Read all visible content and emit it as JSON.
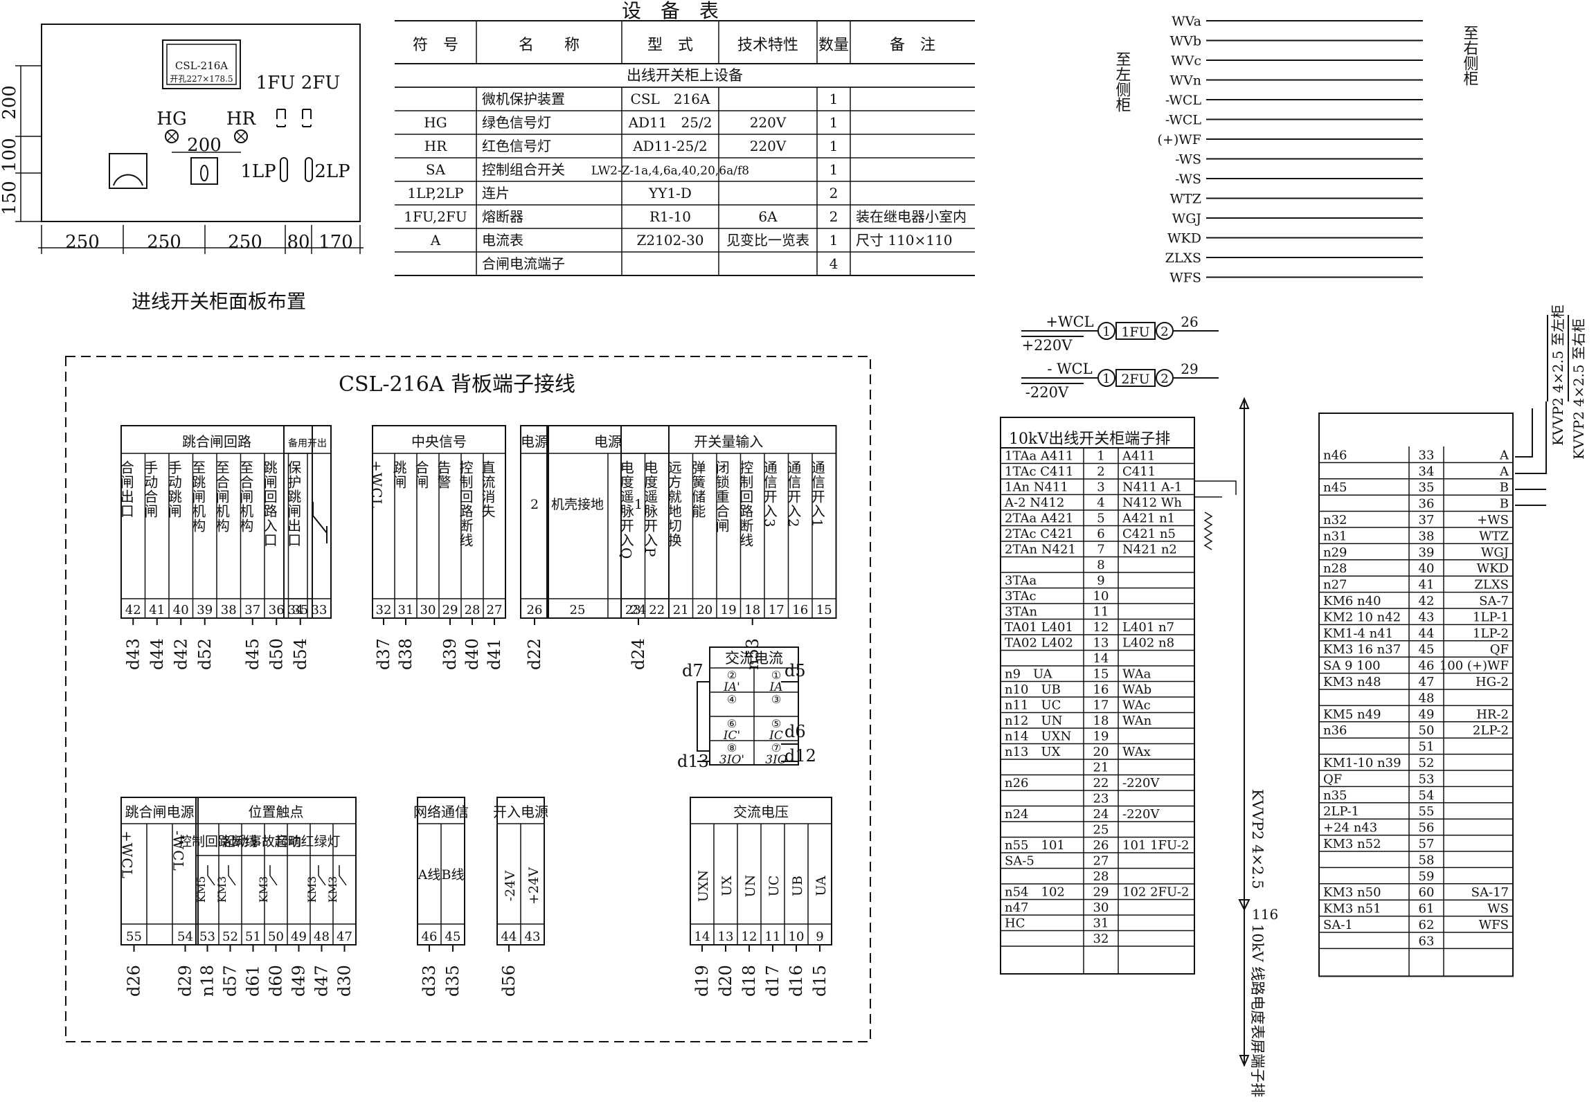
{
  "panel_layout": {
    "caption": "进线开关柜面板布置",
    "device_label": "CSL-216A",
    "device_hole": "开孔227×178.5",
    "fu_labels": [
      "1FU",
      "2FU"
    ],
    "lamp_labels": [
      "HG",
      "HR"
    ],
    "lamp_spacing": "200",
    "lp_labels": [
      "1LP",
      "2LP"
    ],
    "dims_h": [
      "250",
      "250",
      "250",
      "80",
      "170"
    ],
    "dims_v": [
      "200",
      "100",
      "150"
    ]
  },
  "equipment_table": {
    "title": "设　备　表",
    "headers": [
      "符　号",
      "名　　称",
      "型　式",
      "技术特性",
      "数量",
      "备　注"
    ],
    "section": "出线开关柜上设备",
    "rows": [
      [
        "",
        "微机保护装置",
        "CSL　216A",
        "",
        "1",
        ""
      ],
      [
        "HG",
        "绿色信号灯",
        "AD11　25/2",
        "220V",
        "1",
        ""
      ],
      [
        "HR",
        "红色信号灯",
        "AD11-25/2",
        "220V",
        "1",
        ""
      ],
      [
        "SA",
        "控制组合开关",
        "LW2-Z-1a,4,6a,40,20,6a/f8",
        "",
        "1",
        ""
      ],
      [
        "1LP,2LP",
        "连片",
        "YY1-D",
        "",
        "2",
        ""
      ],
      [
        "1FU,2FU",
        "熔断器",
        "R1-10",
        "6A",
        "2",
        "装在继电器小室内"
      ],
      [
        "A",
        "电流表",
        "Z2102-30",
        "见变比一览表",
        "1",
        "尺寸 110×110"
      ],
      [
        "",
        "合闸电流端子",
        "",
        "",
        "4",
        ""
      ]
    ]
  },
  "bus": {
    "left_label": "至左侧柜",
    "right_label": "至右侧柜",
    "lines": [
      "WVa",
      "WVb",
      "WVc",
      "WVn",
      "-WCL",
      "-WCL",
      "(+)WF",
      "-WS",
      "-WS",
      "WTZ",
      "WGJ",
      "WKD",
      "ZLXS",
      "WFS"
    ]
  },
  "fuses": [
    {
      "top": "+WCL",
      "bottom": "+220V",
      "name": "1FU",
      "in": "1",
      "out": "2",
      "to": "26"
    },
    {
      "top": "- WCL",
      "bottom": "-220V",
      "name": "2FU",
      "in": "1",
      "out": "2",
      "to": "29"
    }
  ],
  "backplate": {
    "title": "CSL-216A 背板端子接线",
    "groups": [
      {
        "header": "跳合闸回路",
        "cols": [
          "合闸出口",
          "手动合闸",
          "手动跳闸",
          "至跳闸机构",
          "至合闸机构",
          "至合闸机构",
          "跳闸回路入口",
          "保护跳闸出口"
        ],
        "nums": [
          "42",
          "41",
          "40",
          "39",
          "38",
          "37",
          "36",
          "35"
        ],
        "wires": [
          "d43",
          "d44",
          "d42",
          "d52",
          "",
          "d45",
          "d50",
          "d54"
        ]
      },
      {
        "header": "备用开出",
        "cols": [],
        "nums": [
          "34",
          "33"
        ],
        "wires": []
      },
      {
        "header": "中央信号",
        "cols": [
          "+WCL",
          "跳闸",
          "合闸",
          "告警",
          "控制回路断线",
          "直流消失"
        ],
        "nums": [
          "32",
          "31",
          "30",
          "29",
          "28",
          "27"
        ],
        "wires": [
          "d37",
          "d38",
          "",
          "d39",
          "d40",
          "d41"
        ]
      },
      {
        "header": "电源",
        "cols": [
          "2"
        ],
        "nums": [
          "26"
        ],
        "wires": [
          "d22"
        ]
      },
      {
        "header": "电源",
        "cols": [
          "机壳接地",
          "1"
        ],
        "nums": [
          "25",
          "24"
        ],
        "wires": [
          "",
          "d24"
        ]
      },
      {
        "header": "开关量输入",
        "cols": [
          "电度遥脉开入Q",
          "电度遥脉开入P",
          "远方就地切换",
          "弹簧储能",
          "闭锁重合闸",
          "控制回路断线",
          "通信开入3",
          "通信开入2",
          "通信开入1"
        ],
        "nums": [
          "23",
          "22",
          "21",
          "20",
          "19",
          "18",
          "17",
          "16",
          "15"
        ],
        "wires": [
          "",
          "",
          "",
          "",
          "",
          "n53",
          "",
          "",
          ""
        ]
      },
      {
        "header": "跳合闸电源",
        "cols": [
          "+WCL",
          "",
          "-WCL"
        ],
        "nums": [
          "55",
          "",
          "54"
        ],
        "wires": [
          "d26",
          "",
          "d29"
        ]
      },
      {
        "header": "位置触点",
        "subheaders": [
          "控制回路断线",
          "起动事故音响",
          "起动红绿灯"
        ],
        "nums": [
          "53",
          "52",
          "51",
          "50",
          "49",
          "48",
          "47"
        ],
        "wires": [
          "n18",
          "d57",
          "d61",
          "d60",
          "d49",
          "d47",
          "d30"
        ],
        "contacts": [
          "KM5",
          "KM3",
          "KM3",
          "KM3",
          "KM3"
        ]
      },
      {
        "header": "网络通信",
        "cols": [
          "A线",
          "B线"
        ],
        "nums": [
          "46",
          "45"
        ],
        "wires": [
          "d33",
          "d35"
        ]
      },
      {
        "header": "开入电源",
        "cols": [
          "-24V",
          "+24V"
        ],
        "nums": [
          "44",
          "43"
        ],
        "wires": [
          "d56",
          ""
        ]
      },
      {
        "header": "交流电压",
        "cols": [
          "UXN",
          "UX",
          "UN",
          "UC",
          "UB",
          "UA"
        ],
        "nums": [
          "14",
          "13",
          "12",
          "11",
          "10",
          "9"
        ],
        "wires": [
          "d19",
          "d20",
          "d18",
          "d17",
          "d16",
          "d15"
        ]
      }
    ],
    "current": {
      "header": "交流电流",
      "cells": [
        [
          "②",
          "IA'",
          "①",
          "IA"
        ],
        [
          "④",
          "",
          "③",
          ""
        ],
        [
          "⑥",
          "IC'",
          "⑤",
          "IC"
        ],
        [
          "⑧",
          "3IO'",
          "⑦",
          "3IO"
        ]
      ],
      "wires": [
        "d7",
        "d5",
        "d6",
        "d13",
        "d12"
      ]
    }
  },
  "terminal_strip_1": {
    "title": "10kV出线开关柜端子排",
    "rows": [
      [
        "1TAa A411",
        "1",
        "A411"
      ],
      [
        "1TAc C411",
        "2",
        "C411"
      ],
      [
        "1An N411",
        "3",
        "N411 A-1"
      ],
      [
        "A-2 N412",
        "4",
        "N412 Wh"
      ],
      [
        "2TAa A421",
        "5",
        "A421 n1"
      ],
      [
        "2TAc C421",
        "6",
        "C421 n5"
      ],
      [
        "2TAn N421",
        "7",
        "N421 n2"
      ],
      [
        "",
        "8",
        ""
      ],
      [
        "3TAa",
        "9",
        ""
      ],
      [
        "3TAc",
        "10",
        ""
      ],
      [
        "3TAn",
        "11",
        ""
      ],
      [
        "TA01 L401",
        "12",
        "L401 n7"
      ],
      [
        "TA02 L402",
        "13",
        "L402 n8"
      ],
      [
        "",
        "14",
        ""
      ],
      [
        "n9　UA",
        "15",
        "WAa"
      ],
      [
        "n10　UB",
        "16",
        "WAb"
      ],
      [
        "n11　UC",
        "17",
        "WAc"
      ],
      [
        "n12　UN",
        "18",
        "WAn"
      ],
      [
        "n14　UXN",
        "19",
        ""
      ],
      [
        "n13　UX",
        "20",
        "WAx"
      ],
      [
        "",
        "21",
        ""
      ],
      [
        "n26",
        "22",
        "-220V"
      ],
      [
        "",
        "23",
        ""
      ],
      [
        "n24",
        "24",
        "-220V"
      ],
      [
        "",
        "25",
        ""
      ],
      [
        "n55　101",
        "26",
        "101 1FU-2"
      ],
      [
        "SA-5",
        "27",
        ""
      ],
      [
        "",
        "28",
        ""
      ],
      [
        "n54　102",
        "29",
        "102 2FU-2"
      ],
      [
        "n47",
        "30",
        ""
      ],
      [
        "HC",
        "31",
        ""
      ],
      [
        "",
        "32",
        ""
      ]
    ],
    "cable": "KVVP2 4×2.5",
    "cable_to": "10kV 线路电度表屏端子排",
    "cable_no": "116"
  },
  "terminal_strip_2": {
    "rows": [
      [
        "n46",
        "33",
        "A"
      ],
      [
        "",
        "34",
        "A"
      ],
      [
        "n45",
        "35",
        "B"
      ],
      [
        "",
        "36",
        "B"
      ],
      [
        "n32",
        "37",
        "+WS"
      ],
      [
        "n31",
        "38",
        "WTZ"
      ],
      [
        "n29",
        "39",
        "WGJ"
      ],
      [
        "n28",
        "40",
        "WKD"
      ],
      [
        "n27",
        "41",
        "ZLXS"
      ],
      [
        "KM6 n40",
        "42",
        "SA-7"
      ],
      [
        "KM2 10 n42",
        "43",
        "1LP-1"
      ],
      [
        "KM1-4 n41",
        "44",
        "1LP-2"
      ],
      [
        "KM3 16 n37",
        "45",
        "QF"
      ],
      [
        "SA 9 100",
        "46",
        "100 (+)WF"
      ],
      [
        "KM3 n48",
        "47",
        "HG-2"
      ],
      [
        "",
        "48",
        ""
      ],
      [
        "KM5 n49",
        "49",
        "HR-2"
      ],
      [
        "n36",
        "50",
        "2LP-2"
      ],
      [
        "",
        "51",
        ""
      ],
      [
        "KM1-10 n39",
        "52",
        ""
      ],
      [
        "QF",
        "53",
        ""
      ],
      [
        "n35",
        "54",
        ""
      ],
      [
        "2LP-1",
        "55",
        ""
      ],
      [
        "+24 n43",
        "56",
        ""
      ],
      [
        "KM3 n52",
        "57",
        ""
      ],
      [
        "",
        "58",
        ""
      ],
      [
        "",
        "59",
        ""
      ],
      [
        "KM3 n50",
        "60",
        "SA-17"
      ],
      [
        "KM3 n51",
        "61",
        "WS"
      ],
      [
        "SA-1",
        "62",
        "WFS"
      ],
      [
        "",
        "63",
        ""
      ]
    ],
    "cables": [
      "KVVP2 4×2.5 至左柜",
      "KVVP2 4×2.5 至右柜"
    ]
  }
}
